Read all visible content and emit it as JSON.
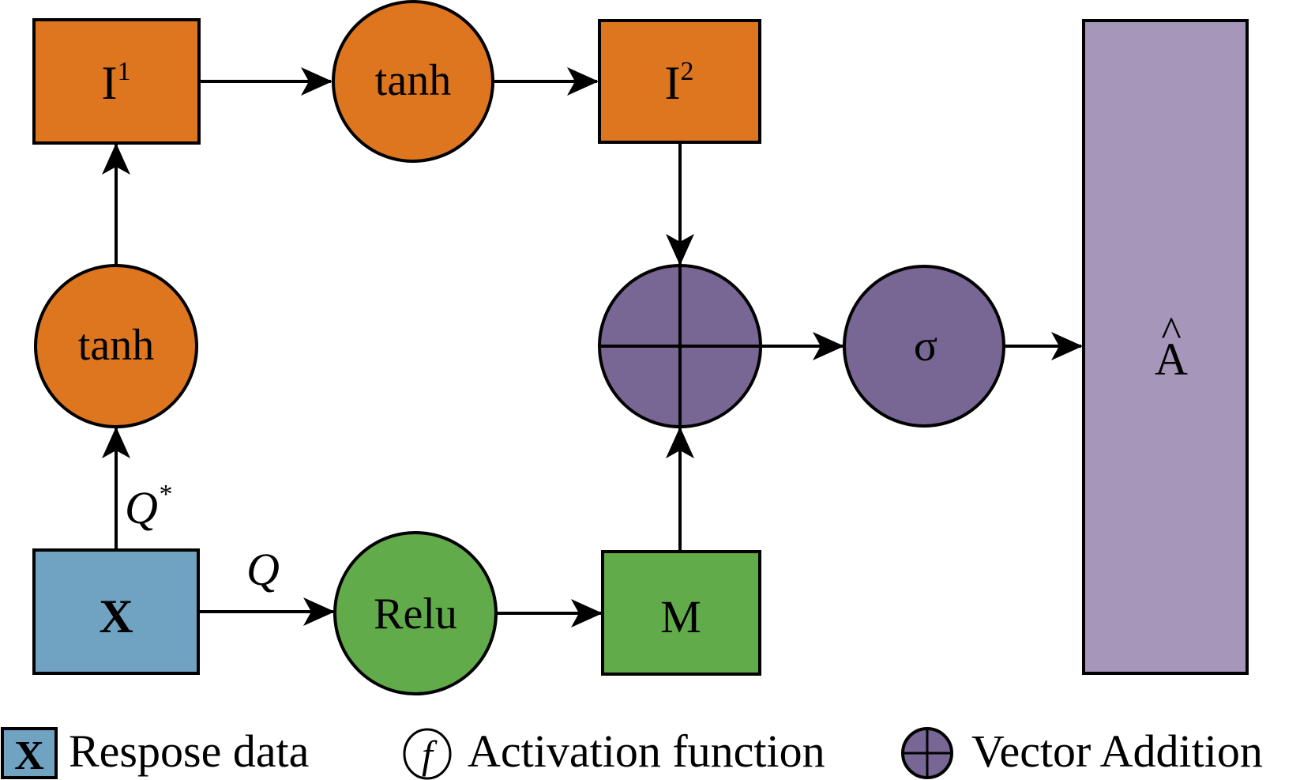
{
  "colors": {
    "orange": "#DD761F",
    "blue": "#70A3C2",
    "green": "#61AB4A",
    "purple_dark": "#786694",
    "purple_light": "#A696BA",
    "stroke": "#000000"
  },
  "nodes": {
    "i1": {
      "label": "I",
      "sup": "1",
      "shape": "box",
      "color": "orange"
    },
    "tanh_top": {
      "label": "tanh",
      "shape": "circle",
      "color": "orange"
    },
    "i2": {
      "label": "I",
      "sup": "2",
      "shape": "box",
      "color": "orange"
    },
    "tanh_left": {
      "label": "tanh",
      "shape": "circle",
      "color": "orange"
    },
    "vector_add": {
      "label": "",
      "shape": "circle-plus",
      "color": "purple_dark"
    },
    "sigma": {
      "label": "σ",
      "shape": "circle",
      "color": "purple_dark"
    },
    "a_hat": {
      "label": "A",
      "accent": "^",
      "shape": "tall-box",
      "color": "purple_light"
    },
    "x": {
      "label": "X",
      "shape": "box",
      "color": "blue"
    },
    "relu": {
      "label": "Relu",
      "shape": "circle",
      "color": "green"
    },
    "m": {
      "label": "M",
      "shape": "box",
      "color": "green"
    }
  },
  "edges": [
    {
      "from": "x",
      "to": "tanh_left",
      "label": "Q",
      "label_sup": "*"
    },
    {
      "from": "tanh_left",
      "to": "i1",
      "label": ""
    },
    {
      "from": "i1",
      "to": "tanh_top",
      "label": ""
    },
    {
      "from": "tanh_top",
      "to": "i2",
      "label": ""
    },
    {
      "from": "i2",
      "to": "vector_add",
      "label": ""
    },
    {
      "from": "x",
      "to": "relu",
      "label": "Q",
      "label_sup": ""
    },
    {
      "from": "relu",
      "to": "m",
      "label": ""
    },
    {
      "from": "m",
      "to": "vector_add",
      "label": ""
    },
    {
      "from": "vector_add",
      "to": "sigma",
      "label": ""
    },
    {
      "from": "sigma",
      "to": "a_hat",
      "label": ""
    }
  ],
  "legend": {
    "items": [
      {
        "symbol": "X",
        "text": "Respose data"
      },
      {
        "symbol": "f",
        "text": "Activation function"
      },
      {
        "symbol": "⊕",
        "text": "Vector Addition"
      }
    ]
  }
}
